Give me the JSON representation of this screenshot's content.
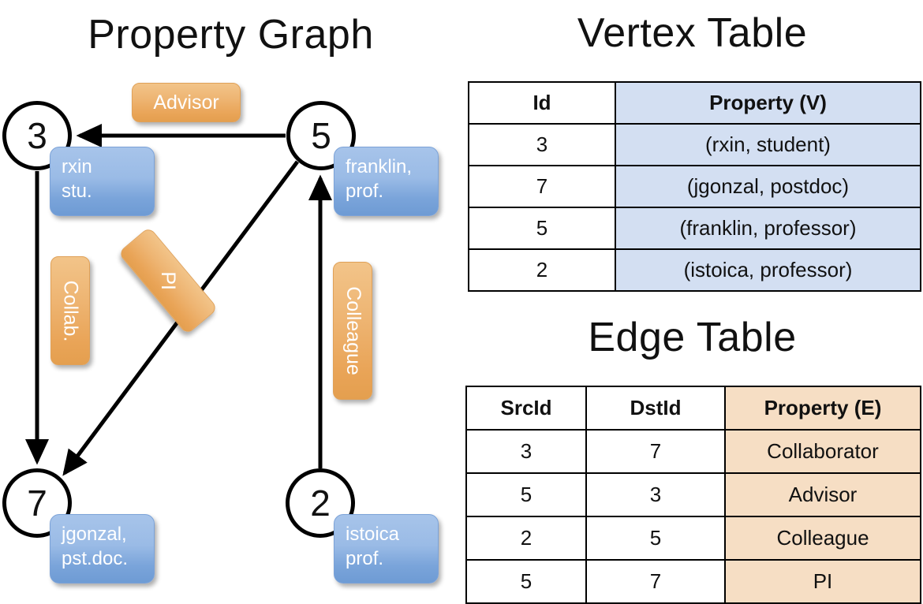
{
  "graph": {
    "title": "Property Graph",
    "vertices": [
      {
        "id": "3",
        "prop_line1": "rxin",
        "prop_line2": "stu."
      },
      {
        "id": "5",
        "prop_line1": "franklin,",
        "prop_line2": "prof."
      },
      {
        "id": "7",
        "prop_line1": "jgonzal,",
        "prop_line2": "pst.doc."
      },
      {
        "id": "2",
        "prop_line1": "istoica",
        "prop_line2": "prof."
      }
    ],
    "edge_labels": [
      {
        "text": "Advisor"
      },
      {
        "text": "Collab."
      },
      {
        "text": "PI"
      },
      {
        "text": "Colleague"
      }
    ]
  },
  "vertex_table": {
    "title": "Vertex Table",
    "headers": [
      "Id",
      "Property (V)"
    ],
    "rows": [
      {
        "id": "3",
        "property": "(rxin, student)"
      },
      {
        "id": "7",
        "property": "(jgonzal, postdoc)"
      },
      {
        "id": "5",
        "property": "(franklin, professor)"
      },
      {
        "id": "2",
        "property": "(istoica, professor)"
      }
    ]
  },
  "edge_table": {
    "title": "Edge Table",
    "headers": [
      "SrcId",
      "DstId",
      "Property (E)"
    ],
    "rows": [
      {
        "src": "3",
        "dst": "7",
        "property": "Collaborator"
      },
      {
        "src": "5",
        "dst": "3",
        "property": "Advisor"
      },
      {
        "src": "2",
        "dst": "5",
        "property": "Colleague"
      },
      {
        "src": "5",
        "dst": "7",
        "property": "PI"
      }
    ]
  },
  "colors": {
    "vertex_property_blue": "#7aa4da",
    "edge_label_orange": "#e9a457",
    "table_blue_fill": "#d3dff2",
    "table_orange_fill": "#f6dec4",
    "stroke": "#000000"
  }
}
